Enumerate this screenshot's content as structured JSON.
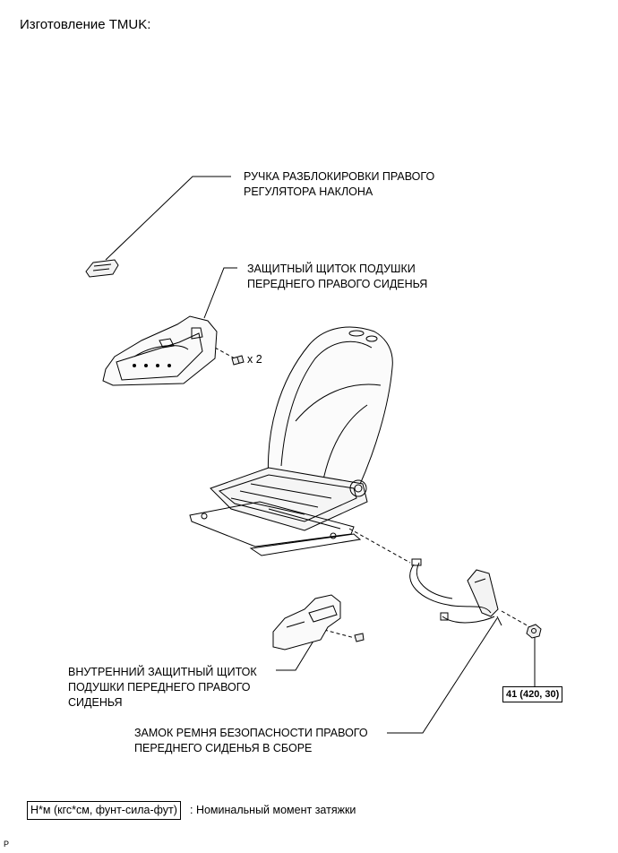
{
  "header": {
    "title": "Изготовление TMUK:"
  },
  "callouts": {
    "release_handle": [
      "РУЧКА РАЗБЛОКИРОВКИ ПРАВОГО",
      "РЕГУЛЯТОРА НАКЛОНА"
    ],
    "shield": [
      "ЗАЩИТНЫЙ ЩИТОК ПОДУШКИ",
      "ПЕРЕДНЕГО ПРАВОГО СИДЕНЬЯ"
    ],
    "screw_count": "x 2",
    "inner_shield": [
      "ВНУТРЕННИЙ ЗАЩИТНЫЙ ЩИТОК",
      "ПОДУШКИ ПЕРЕДНЕГО ПРАВОГО",
      "СИДЕНЬЯ"
    ],
    "belt_buckle": [
      "ЗАМОК РЕМНЯ БЕЗОПАСНОСТИ ПРАВОГО",
      "ПЕРЕДНЕГО СИДЕНЬЯ В СБОРЕ"
    ],
    "torque_value": "41 (420, 30)"
  },
  "legend": {
    "unit_box": "Н*м (кгс*см, фунт-сила-фут)",
    "description": ": Номинальный момент затяжки"
  },
  "footer": {
    "code": "P"
  }
}
